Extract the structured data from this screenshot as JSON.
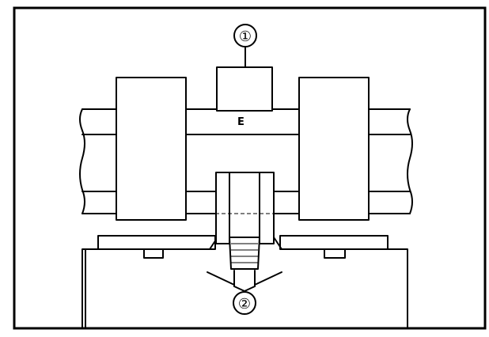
{
  "diagram": {
    "callouts": [
      {
        "id": "1",
        "label": "①"
      },
      {
        "id": "2",
        "label": "②"
      }
    ],
    "alignment_mark": "E",
    "colors": {
      "stroke": "#000000",
      "background": "#ffffff"
    }
  }
}
